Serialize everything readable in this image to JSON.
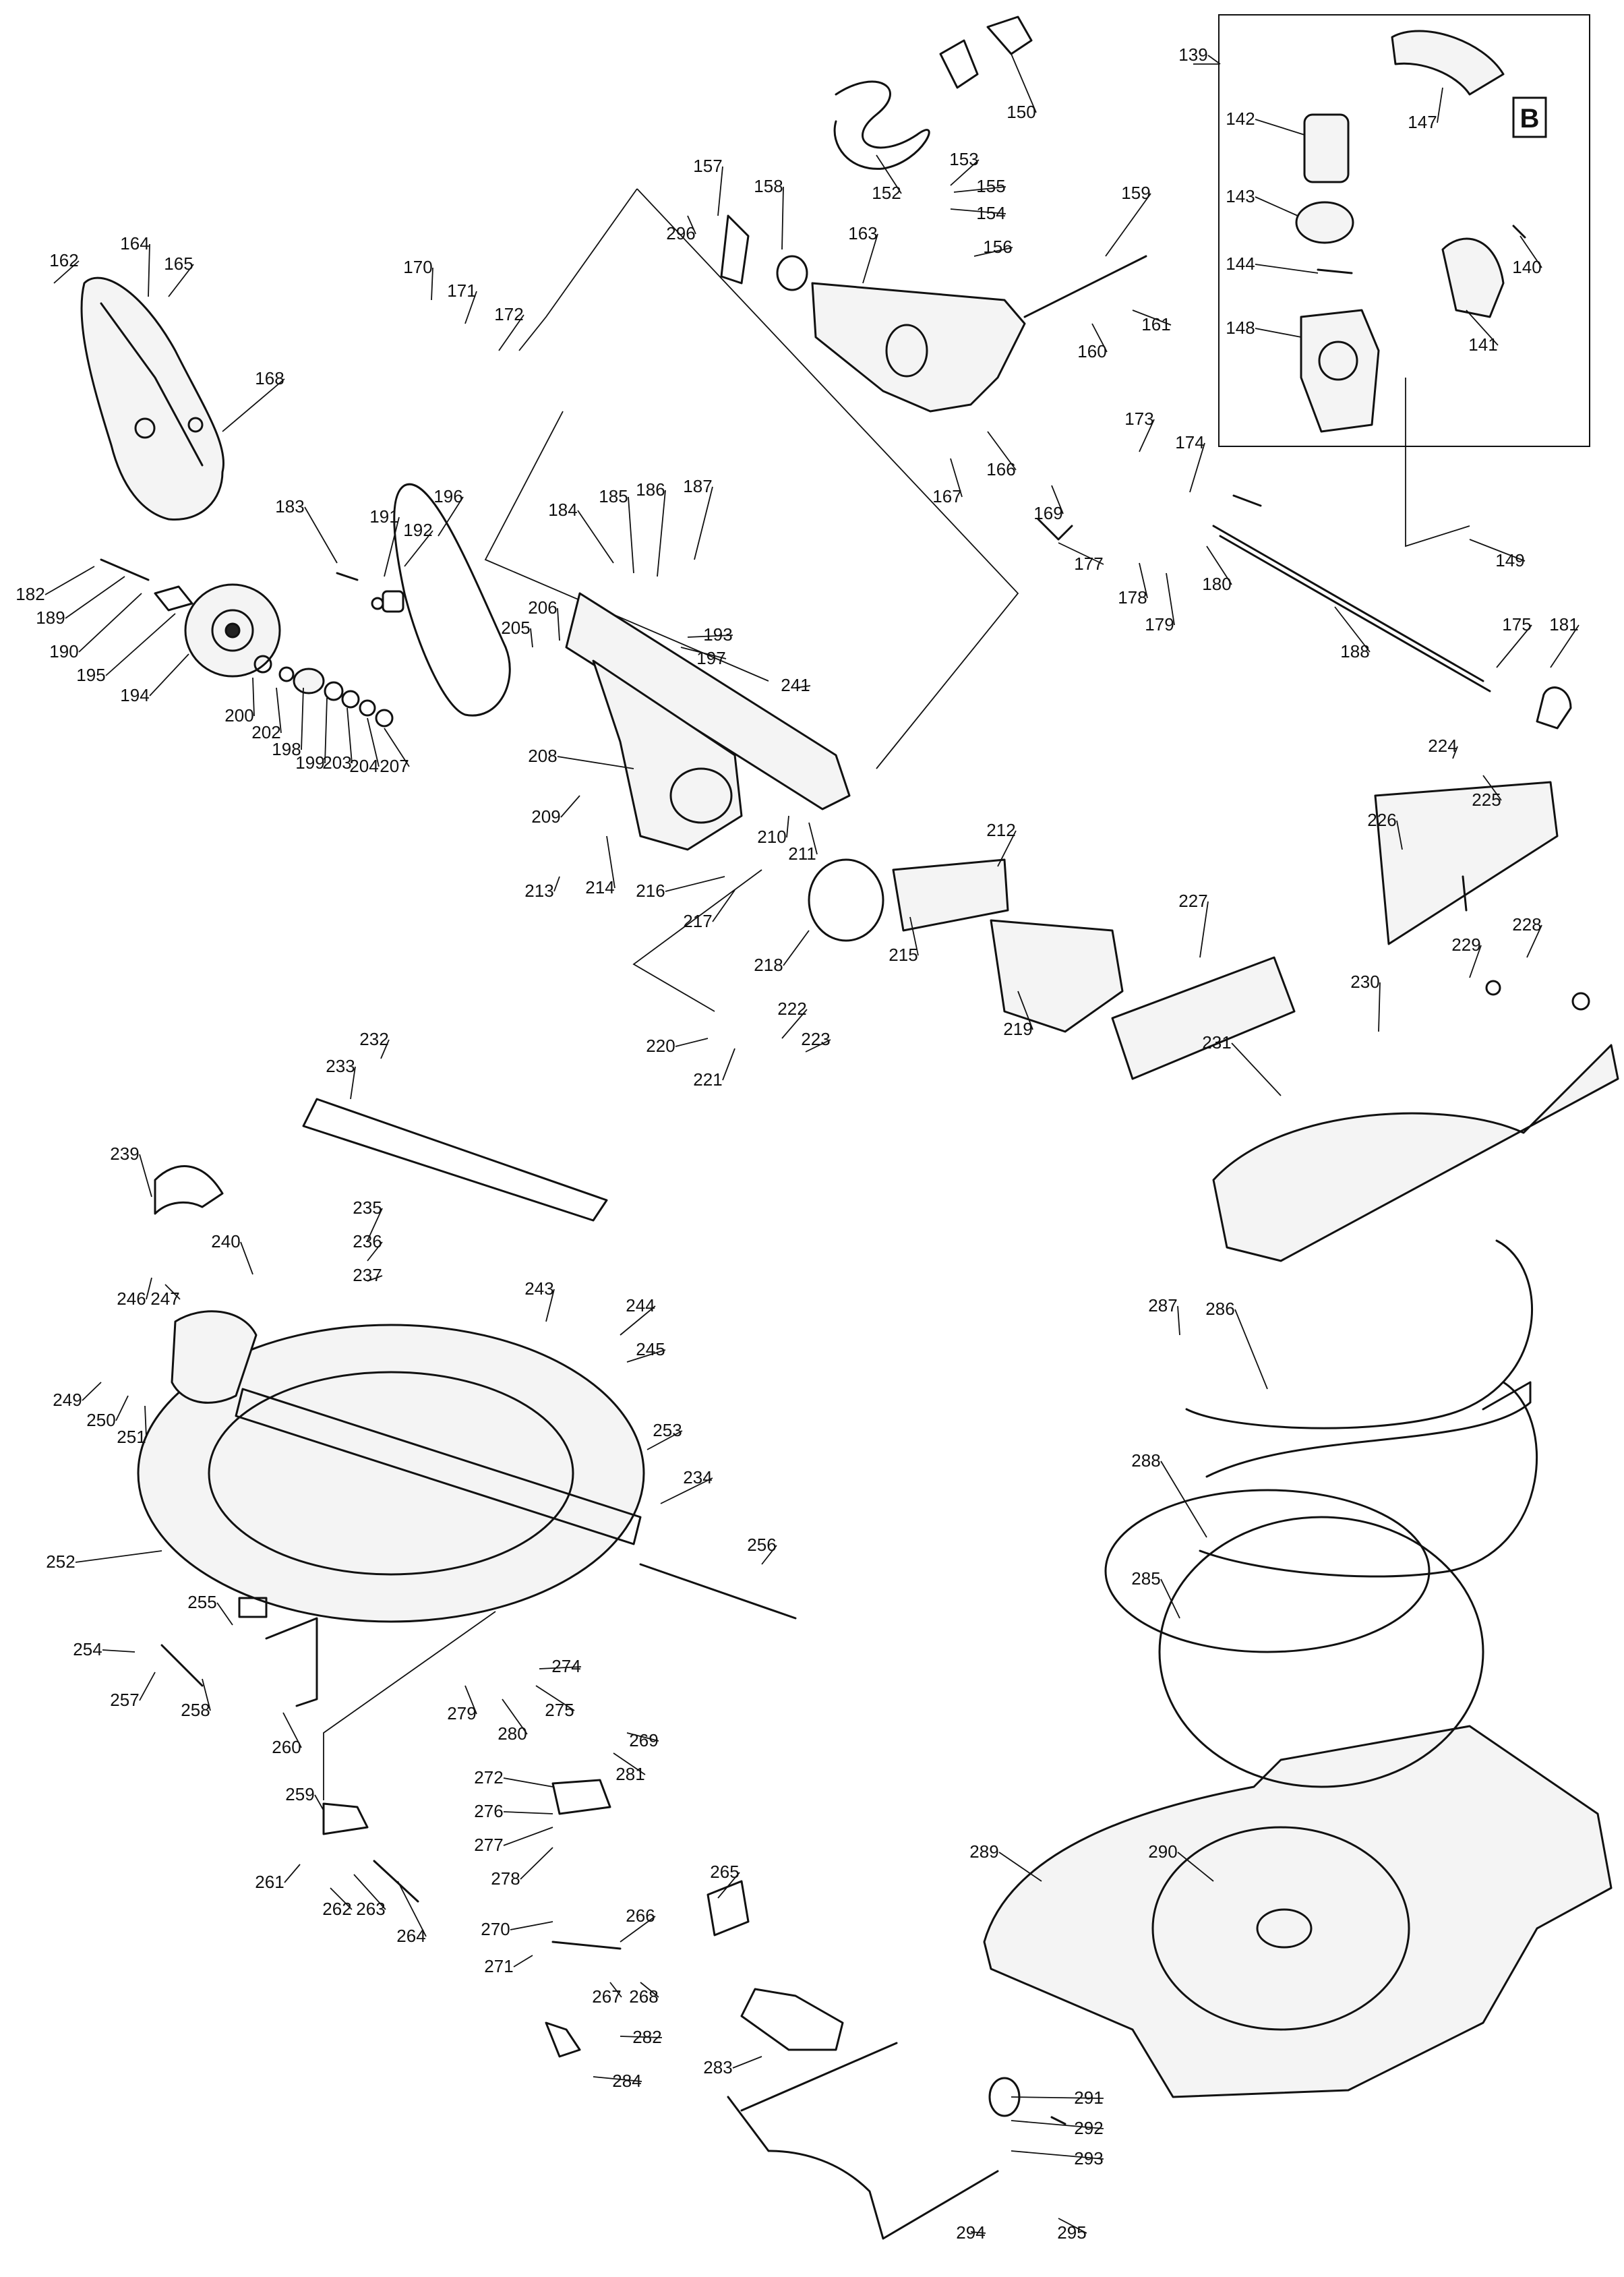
{
  "parts": [
    "139",
    "142",
    "147",
    "143",
    "144",
    "140",
    "141",
    "148",
    "149",
    "150",
    "152",
    "153",
    "155",
    "154",
    "156",
    "157",
    "296",
    "158",
    "159",
    "163",
    "161",
    "160",
    "162",
    "164",
    "165",
    "168",
    "170",
    "171",
    "172",
    "166",
    "167",
    "169",
    "173",
    "174",
    "177",
    "178",
    "179",
    "180",
    "183",
    "191",
    "192",
    "196",
    "184",
    "185",
    "186",
    "187",
    "182",
    "189",
    "190",
    "195",
    "194",
    "200",
    "202",
    "198",
    "199",
    "203",
    "204",
    "207",
    "206",
    "205",
    "193",
    "197",
    "241",
    "188",
    "175",
    "181",
    "208",
    "209",
    "213",
    "214",
    "216",
    "217",
    "210",
    "211",
    "212",
    "218",
    "215",
    "219",
    "220",
    "221",
    "222",
    "223",
    "224",
    "225",
    "226",
    "227",
    "228",
    "229",
    "230",
    "231",
    "232",
    "233",
    "239",
    "235",
    "236",
    "237",
    "240",
    "246",
    "247",
    "243",
    "244",
    "245",
    "249",
    "250",
    "251",
    "253",
    "234",
    "252",
    "256",
    "255",
    "254",
    "257",
    "258",
    "260",
    "274",
    "275",
    "279",
    "280",
    "269",
    "281",
    "272",
    "276",
    "277",
    "278",
    "259",
    "261",
    "262",
    "263",
    "264",
    "270",
    "271",
    "266",
    "267",
    "268",
    "265",
    "282",
    "284",
    "283",
    "287",
    "286",
    "288",
    "285",
    "289",
    "290",
    "291",
    "292",
    "293",
    "294",
    "295"
  ],
  "inset_tag": "B"
}
